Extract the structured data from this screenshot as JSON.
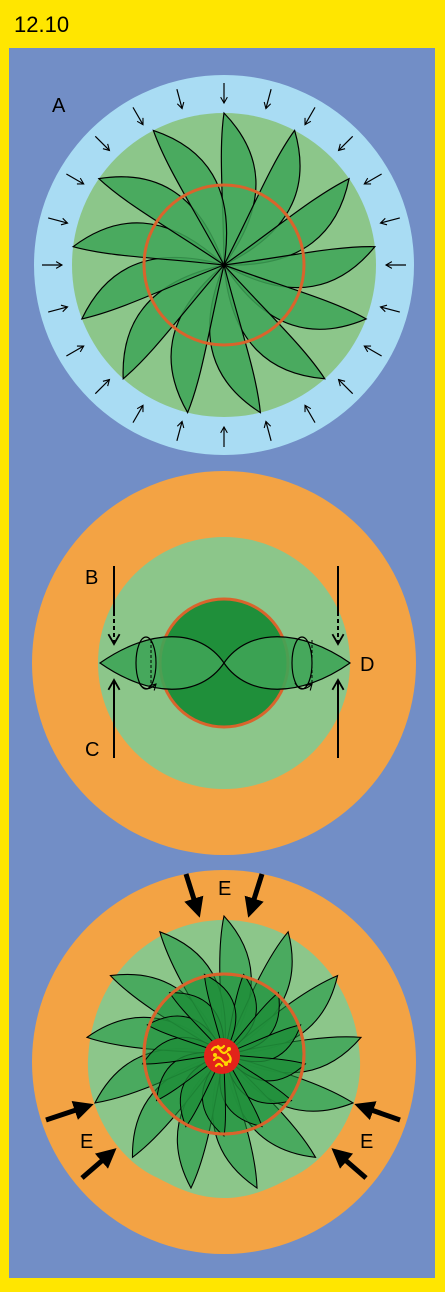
{
  "figure": {
    "number": "12.10",
    "colors": {
      "frame": "#ffe600",
      "panel": "#728ec6",
      "light_blue": "#a9dcf3",
      "light_green": "#8cc68a",
      "leaf_green": "#3ea457",
      "dark_green": "#1f8f3a",
      "core_outline": "#d9642c",
      "orange": "#f3a344",
      "red": "#e2231a",
      "yellow": "#ffd400"
    }
  },
  "labels": {
    "a": "A",
    "b": "B",
    "c": "C",
    "d": "D",
    "e_top": "E",
    "e_left": "E",
    "e_right": "E"
  }
}
